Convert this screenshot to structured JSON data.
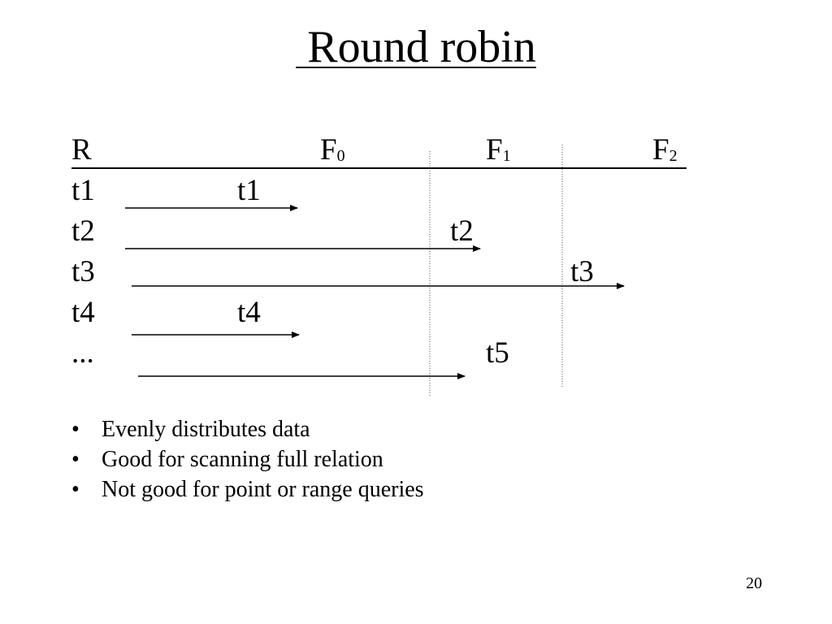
{
  "slide": {
    "title": " Round robin",
    "page_number": "20"
  },
  "diagram": {
    "header": {
      "relation": "R",
      "fragments": [
        {
          "name": "F",
          "sub": "0"
        },
        {
          "name": "F",
          "sub": "1"
        },
        {
          "name": "F",
          "sub": "2"
        }
      ]
    },
    "source_rows": [
      "t1",
      "t2",
      "t3",
      "t4",
      "..."
    ],
    "placed_tuples": [
      {
        "label": "t1",
        "fragment": "F0"
      },
      {
        "label": "t2",
        "fragment": "F1"
      },
      {
        "label": "t3",
        "fragment": "F2"
      },
      {
        "label": "t4",
        "fragment": "F0"
      },
      {
        "label": "t5",
        "fragment": "F1"
      }
    ]
  },
  "bullets": {
    "marker": "•",
    "items": [
      "Evenly distributes data",
      "Good for scanning full relation",
      "Not good for point or range queries"
    ]
  }
}
